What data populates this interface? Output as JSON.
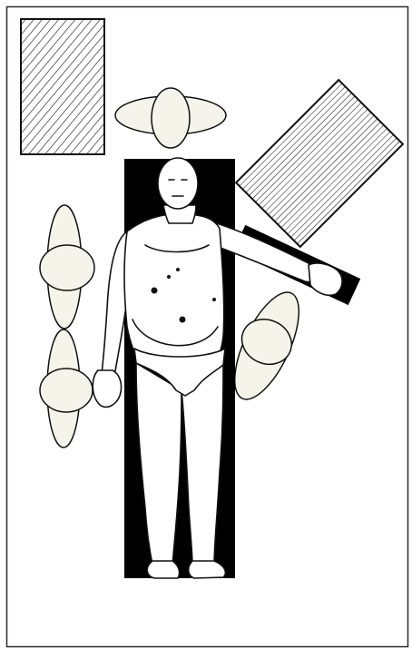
{
  "figure": {
    "subject": "supine-patient-on-operating-table",
    "background": "#ffffff",
    "frame_color": "#2a2a2a",
    "ink": "#111111",
    "cushion_fill": "#f4f4ea",
    "table_fill": "#000000",
    "skin_fill": "#ffffff",
    "hatch_color": "#1a1a1a"
  },
  "elements": {
    "instrument_table_left": "hatched-rectangle",
    "instrument_table_right": "hatched-rectangle-rotated",
    "head_pad": "ellipse-cushion",
    "left_side_pads": "ellipse-cushions-stacked",
    "right_side_pad": "ellipse-cushion-rotated",
    "operating_table": "black-rectangle",
    "arm_board": "black-rotated-rectangle",
    "patient": "line-drawing-figure",
    "port_sites": "dark-dots"
  }
}
